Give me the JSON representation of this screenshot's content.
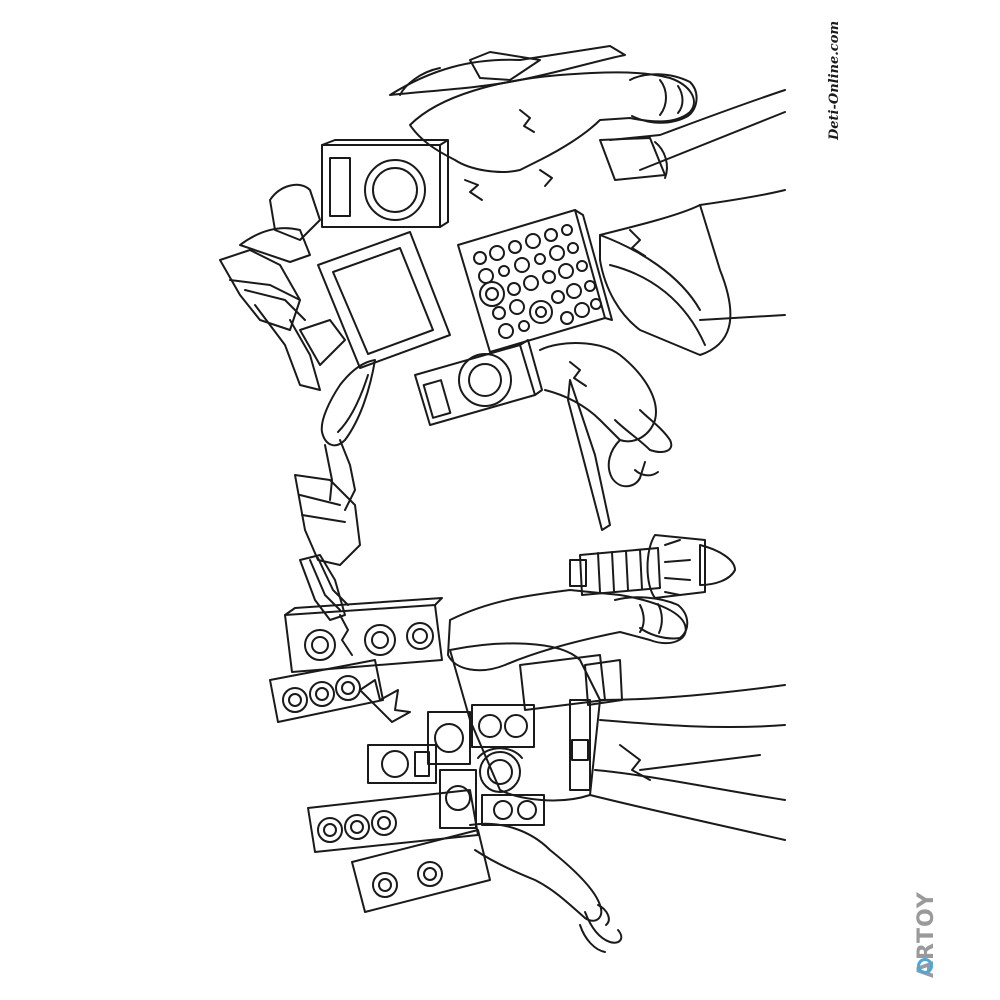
{
  "watermarks": {
    "site": "Deti-Online.com",
    "brand": "ARTOY"
  },
  "artwork": {
    "kind": "coloring page line art",
    "subjects": [
      "titan-tv-man",
      "titan-speaker-man"
    ],
    "orientation": "rotated 90 degrees counter-clockwise"
  },
  "colors": {
    "background": "#ffffff",
    "ink": "#1a1a1a",
    "brand_gray": "#9a9a9a",
    "brand_accent": "#4aa8e0"
  }
}
